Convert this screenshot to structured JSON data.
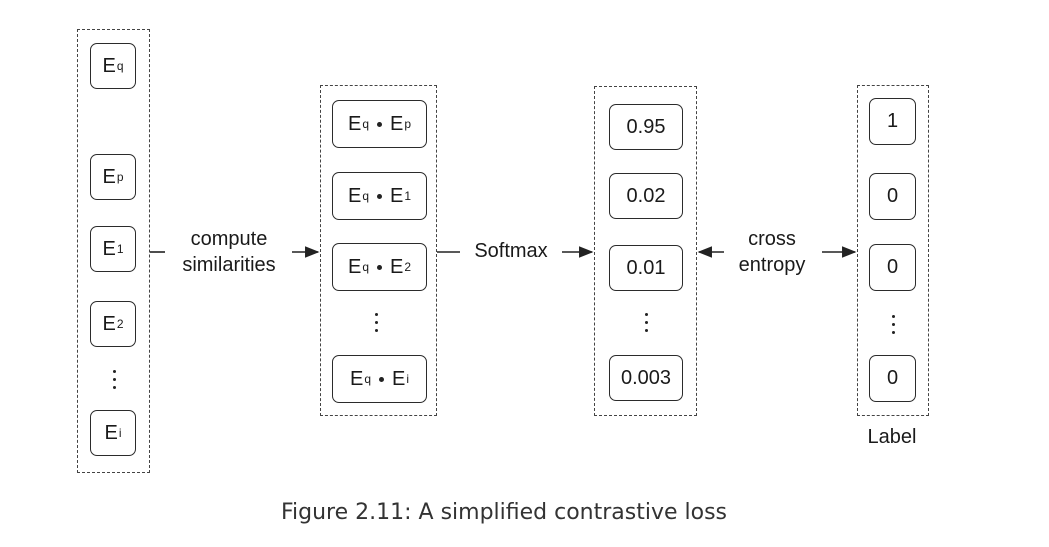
{
  "embeddings": {
    "items": [
      {
        "base": "E",
        "sub": "q"
      },
      {
        "base": "E",
        "sub": "p"
      },
      {
        "base": "E",
        "sub": "1"
      },
      {
        "base": "E",
        "sub": "2"
      },
      {
        "base": "E",
        "sub": "i"
      }
    ],
    "ellipsis": "⋮"
  },
  "similarities": {
    "items": [
      {
        "left": "E",
        "left_sub": "q",
        "right": "E",
        "right_sub": "p"
      },
      {
        "left": "E",
        "left_sub": "q",
        "right": "E",
        "right_sub": "1"
      },
      {
        "left": "E",
        "left_sub": "q",
        "right": "E",
        "right_sub": "2"
      },
      {
        "left": "E",
        "left_sub": "q",
        "right": "E",
        "right_sub": "i"
      }
    ]
  },
  "probabilities": {
    "values": [
      "0.95",
      "0.02",
      "0.01",
      "0.003"
    ]
  },
  "labels": {
    "values": [
      "1",
      "0",
      "0",
      "0"
    ],
    "title": "Label"
  },
  "edges": {
    "compute": [
      "compute",
      "similarities"
    ],
    "softmax": "Softmax",
    "cross_entropy": [
      "cross",
      "entropy"
    ]
  },
  "caption": "Figure 2.11: A simplified contrastive loss"
}
